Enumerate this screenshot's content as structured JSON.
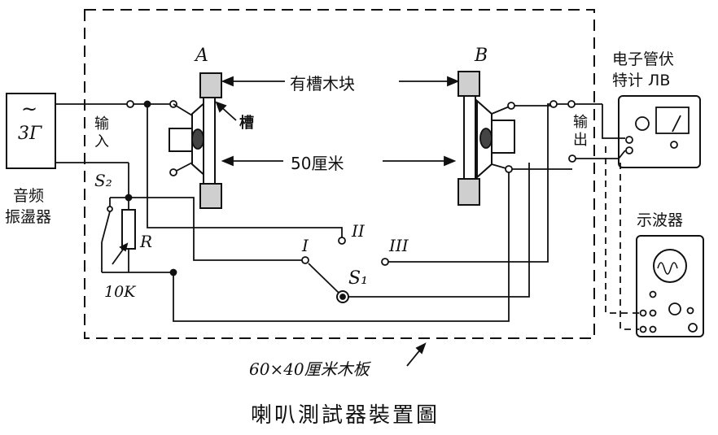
{
  "labels": {
    "speaker_a": "A",
    "speaker_b": "B",
    "grooved_block": "有槽木块",
    "groove": "槽",
    "distance": "50厘米",
    "input": "输入",
    "output": "输出",
    "oscillator_symbol": "~",
    "oscillator_model": "3Γ",
    "oscillator_name_line1": "音频",
    "oscillator_name_line2": "振盪器",
    "voltmeter_line1": "电子管伏",
    "voltmeter_line2": "特计 ЛВ",
    "oscilloscope": "示波器",
    "switch_s2": "S₂",
    "switch_s1": "S₁",
    "resistor_r": "R",
    "resistor_value": "10K",
    "pos_1": "I",
    "pos_2": "II",
    "pos_3": "III",
    "board": "60×40厘米木板",
    "caption": "喇叭測試器裝置圖"
  }
}
